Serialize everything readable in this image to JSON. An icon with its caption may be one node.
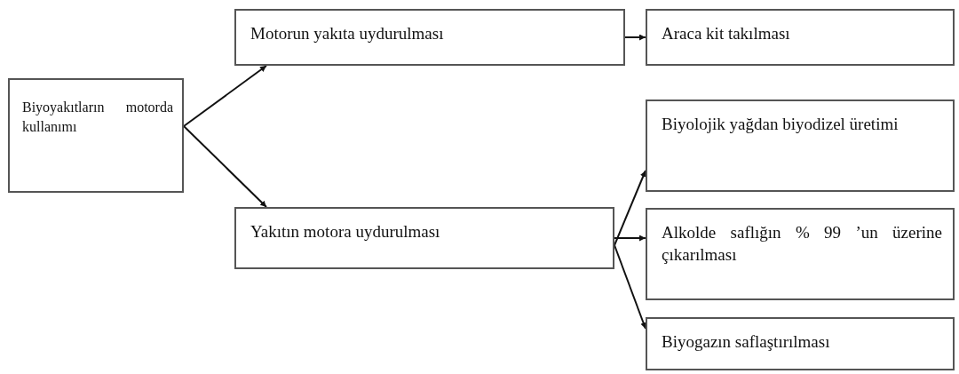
{
  "diagram": {
    "nodes": [
      {
        "text": [
          "Biyoyakıtların motorda kullanımı"
        ]
      },
      {
        "text": [
          "Motorun yakıta uydurulması"
        ]
      },
      {
        "text": [
          "Araca kit takılması"
        ]
      },
      {
        "text": [
          "Yakıtın motora uydurulması"
        ]
      },
      {
        "text": [
          "Biyolojik yağdan biyodizel üretimi"
        ]
      },
      {
        "text": [
          "Alkolde saflığın % 99 ’un üzerine çıkarılması"
        ]
      },
      {
        "text": [
          "Biyogazın saflaştırılması"
        ]
      }
    ],
    "edges": [
      {
        "from": 0,
        "to": 1,
        "arrow": "to"
      },
      {
        "from": 0,
        "to": 3,
        "arrow": "to"
      },
      {
        "from": 1,
        "to": 2,
        "arrow": "to"
      },
      {
        "from": 3,
        "to": 4,
        "arrow": "to"
      },
      {
        "from": 3,
        "to": 5,
        "arrow": "to"
      },
      {
        "from": 3,
        "to": 6,
        "arrow": "to"
      }
    ]
  }
}
